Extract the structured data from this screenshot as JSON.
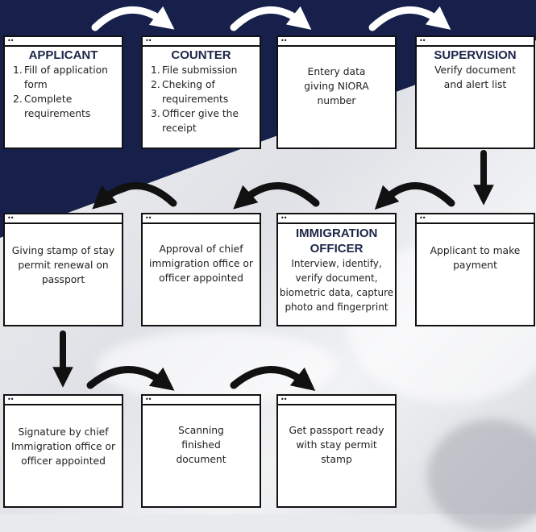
{
  "colors": {
    "navy": "#16204a",
    "card_border": "#111111",
    "arrow_dark": "#111111",
    "arrow_light": "#ffffff"
  },
  "cards": {
    "applicant": {
      "title": "APPLICANT",
      "items": [
        {
          "num": "1.",
          "text": "Fill of application form"
        },
        {
          "num": "2.",
          "text": "Complete requirements"
        }
      ]
    },
    "counter": {
      "title": "COUNTER",
      "items": [
        {
          "num": "1.",
          "text": "File submission"
        },
        {
          "num": "2.",
          "text": "Cheking of requirements"
        },
        {
          "num": "3.",
          "text": "Officer give the receipt"
        }
      ]
    },
    "entry": {
      "text": "Entery data giving NIORA number"
    },
    "supervision": {
      "title": "SUPERVISION",
      "text": "Verify document and alert list"
    },
    "payment": {
      "text": "Applicant to make payment"
    },
    "immigration_officer": {
      "title": "IMMIGRATION OFFICER",
      "text": "Interview, identify, verify document, biometric data, capture photo and fingerprint"
    },
    "approval": {
      "text": "Approval of chief immigration office or officer appointed"
    },
    "stamp": {
      "text": "Giving stamp of stay permit renewal on passport"
    },
    "signature": {
      "text": "Signature by chief Immigration office or officer appointed"
    },
    "scanning": {
      "text": "Scanning finished document"
    },
    "ready": {
      "text": "Get passport ready with stay permit stamp"
    }
  },
  "window_dots": "••"
}
